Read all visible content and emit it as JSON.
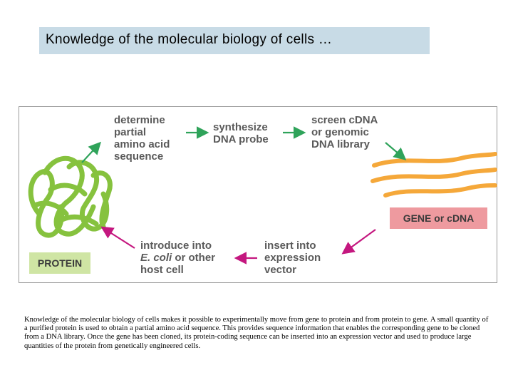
{
  "title": "Knowledge of the molecular biology of cells …",
  "diagram": {
    "steps": {
      "determine": "determine\npartial\namino acid\nsequence",
      "synthesize": "synthesize\nDNA probe",
      "screen": "screen cDNA\nor genomic\nDNA library",
      "insert": "insert into\nexpression\nvector",
      "introduce_prefix": "introduce into",
      "introduce_italic": "E. coli",
      "introduce_suffix": " or other\nhost cell"
    },
    "gene_label": "GENE or cDNA",
    "protein_label": "PROTEIN",
    "colors": {
      "arrow_green": "#2fa35a",
      "arrow_magenta": "#c4177f",
      "protein_green": "#86c23e",
      "gene_orange": "#f5a83a",
      "gene_badge": "#ee9a9f",
      "protein_badge": "#cfe5a4"
    }
  },
  "caption": "Knowledge of the molecular biology of cells makes it possible to experimentally move from gene to protein and from protein to gene. A small quantity of a purified protein is used to obtain a partial amino acid sequence. This provides sequence information that enables the corresponding gene to be cloned from a DNA library. Once the gene has been cloned, its protein-coding sequence can be inserted into an expression vector and used to produce large quantities of the protein from genetically engineered cells."
}
